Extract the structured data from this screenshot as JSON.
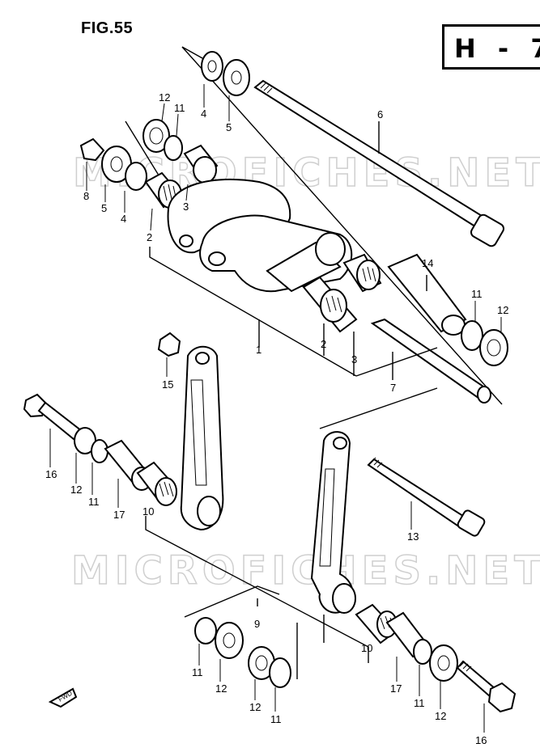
{
  "figure": {
    "title": "FIG.55",
    "section_code": "H - 7",
    "watermarks": [
      "MICROFICHES.NET",
      "MICROFICHES.NET"
    ],
    "fwd_label": "FWD"
  },
  "callouts": [
    {
      "num": "4"
    },
    {
      "num": "5"
    },
    {
      "num": "6"
    },
    {
      "num": "12"
    },
    {
      "num": "11"
    },
    {
      "num": "8"
    },
    {
      "num": "5"
    },
    {
      "num": "4"
    },
    {
      "num": "3"
    },
    {
      "num": "2"
    },
    {
      "num": "14"
    },
    {
      "num": "11"
    },
    {
      "num": "12"
    },
    {
      "num": "1"
    },
    {
      "num": "2"
    },
    {
      "num": "3"
    },
    {
      "num": "7"
    },
    {
      "num": "15"
    },
    {
      "num": "16"
    },
    {
      "num": "12"
    },
    {
      "num": "11"
    },
    {
      "num": "17"
    },
    {
      "num": "10"
    },
    {
      "num": "13"
    },
    {
      "num": "9"
    },
    {
      "num": "11"
    },
    {
      "num": "12"
    },
    {
      "num": "12"
    },
    {
      "num": "11"
    },
    {
      "num": "10"
    },
    {
      "num": "17"
    },
    {
      "num": "11"
    },
    {
      "num": "12"
    },
    {
      "num": "16"
    }
  ]
}
